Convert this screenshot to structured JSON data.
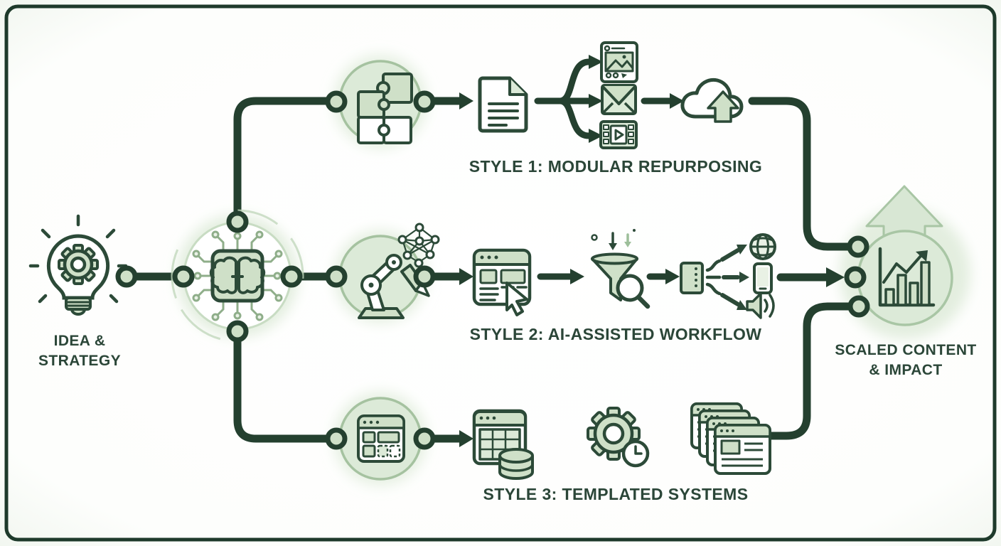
{
  "diagram_title": "Content scaling workflow diagram",
  "palette": {
    "line_dark": "#24402f",
    "icon_stroke": "#2c4a38",
    "fill_light": "#cfe0c8",
    "fill_sage": "#dcead8",
    "fill_glow": "#e9f1e5",
    "circle_stroke": "#a5c2a0",
    "text": "#2b4638",
    "background": "#ffffff"
  },
  "nodes": {
    "idea": {
      "line1": "IDEA &",
      "line2": "STRATEGY",
      "icon": "lightbulb-gear-icon"
    },
    "ai_core": {
      "icon": "ai-brain-chip-icon"
    },
    "scaled": {
      "line1": "SCALED CONTENT",
      "line2": "& IMPACT",
      "icon": "growth-bar-chart-icon"
    }
  },
  "branches": [
    {
      "label": "STYLE 1: MODULAR REPURPOSING",
      "icons": [
        "puzzle-icon",
        "document-icon",
        "social-post-icon",
        "email-icon",
        "video-clip-icon",
        "cloud-upload-icon"
      ]
    },
    {
      "label": "STYLE 2: AI-ASSISTED WORKFLOW",
      "icons": [
        "robot-arm-icon",
        "neural-network-icon",
        "browser-cursor-icon",
        "funnel-search-icon",
        "content-distributor-icon",
        "globe-icon",
        "smartphone-icon",
        "speaker-icon"
      ]
    },
    {
      "label": "STYLE 3: TEMPLATED SYSTEMS",
      "icons": [
        "template-builder-icon",
        "spreadsheet-database-icon",
        "gear-clock-icon",
        "stacked-pages-icon"
      ]
    }
  ]
}
